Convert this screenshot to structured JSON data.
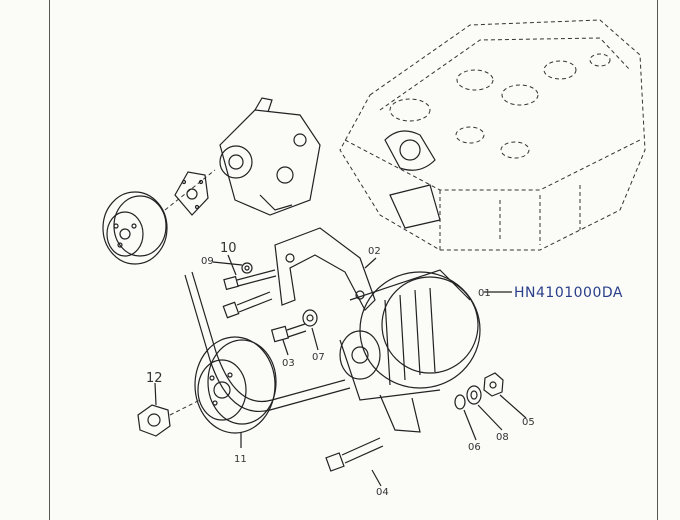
{
  "callouts": {
    "c01": "01",
    "c02": "02",
    "c03": "03",
    "c04": "04",
    "c05": "05",
    "c06": "06",
    "c07": "07",
    "c08": "08",
    "c09": "09",
    "c10": "10",
    "c11": "11",
    "c12": "12"
  },
  "handwritten_part_number": "HN4101000DA",
  "colors": {
    "ink": "#222222",
    "handwriting": "#2a3f8a",
    "paper": "#fbfbf8"
  }
}
